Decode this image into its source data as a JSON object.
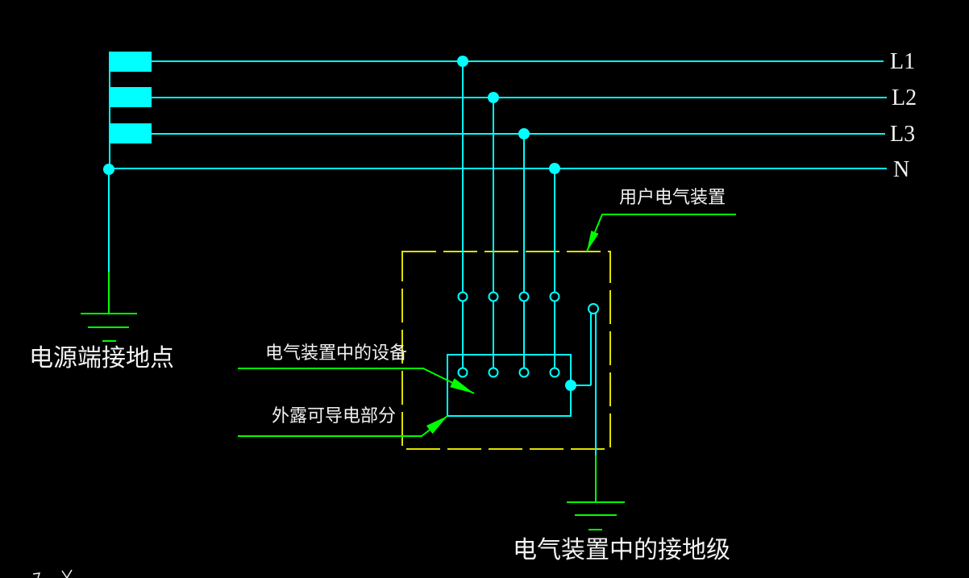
{
  "colors": {
    "background": "#000000",
    "conductor": "#00ffff",
    "earth_and_leader": "#00ff00",
    "installation_boundary": "#e0e000",
    "text": "#f2f2f2"
  },
  "buses": [
    {
      "label": "L1"
    },
    {
      "label": "L2"
    },
    {
      "label": "L3"
    },
    {
      "label": "N"
    }
  ],
  "labels": {
    "source_earthing_point": "电源端接地点",
    "user_installation": "用户电气装置",
    "equipment_in_installation": "电气装置中的设备",
    "exposed_conductive_parts": "外露可导电部分",
    "installation_earth_electrode": "电气装置中的接地级"
  }
}
